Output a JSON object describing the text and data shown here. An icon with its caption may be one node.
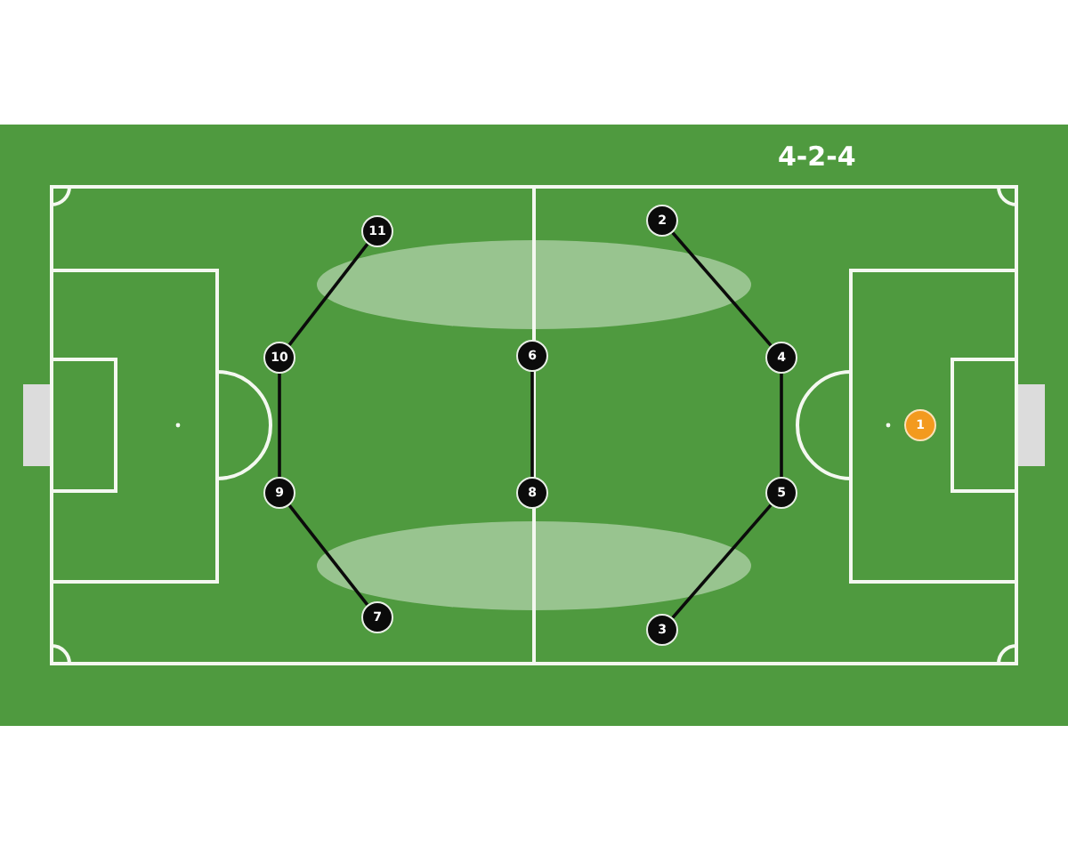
{
  "diagram": {
    "title": "4-2-4",
    "nodes": [
      {
        "text": [
          "11"
        ]
      },
      {
        "text": [
          "2"
        ]
      },
      {
        "text": [
          "10"
        ]
      },
      {
        "text": [
          "6"
        ]
      },
      {
        "text": [
          "4"
        ]
      },
      {
        "text": [
          "9"
        ]
      },
      {
        "text": [
          "8"
        ]
      },
      {
        "text": [
          "5"
        ]
      },
      {
        "text": [
          "1"
        ]
      },
      {
        "text": [
          "7"
        ]
      },
      {
        "text": [
          "3"
        ]
      }
    ],
    "edges": [
      {
        "from": 0,
        "to": 2,
        "arrow": "none"
      },
      {
        "from": 2,
        "to": 5,
        "arrow": "none"
      },
      {
        "from": 5,
        "to": 9,
        "arrow": "none"
      },
      {
        "from": 1,
        "to": 4,
        "arrow": "none"
      },
      {
        "from": 4,
        "to": 7,
        "arrow": "none"
      },
      {
        "from": 7,
        "to": 10,
        "arrow": "none"
      },
      {
        "from": 3,
        "to": 6,
        "arrow": "none"
      }
    ]
  }
}
